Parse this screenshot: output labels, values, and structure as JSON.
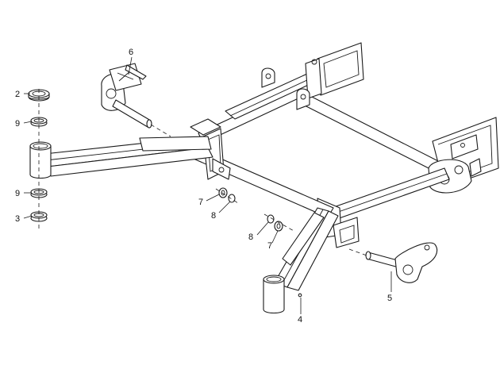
{
  "callouts": {
    "c2": "2",
    "c9a": "9",
    "c9b": "9",
    "c3": "3",
    "c6": "6",
    "c7a": "7",
    "c8a": "8",
    "c8b": "8",
    "c7b": "7",
    "c5": "5",
    "c4": "4"
  }
}
